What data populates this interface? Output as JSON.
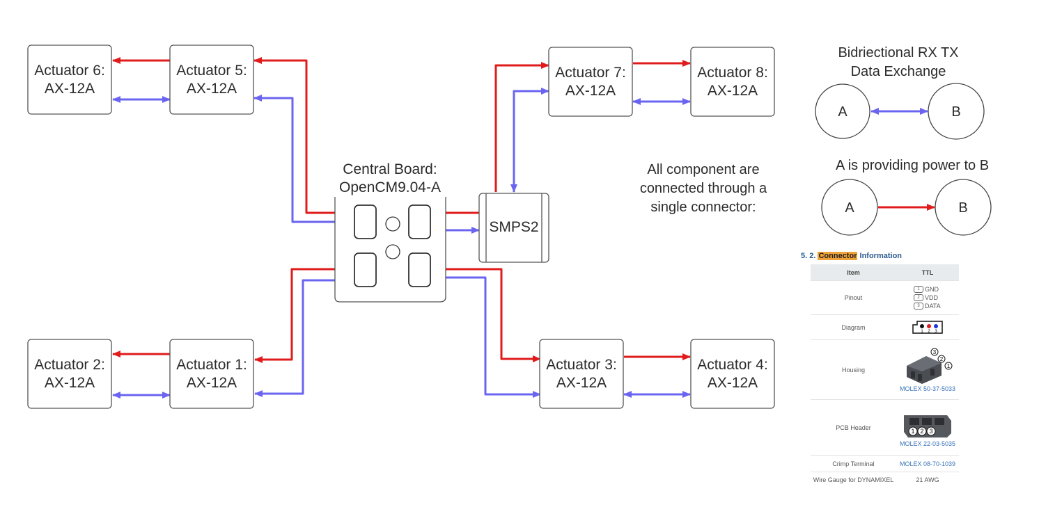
{
  "actuators": [
    {
      "id": "actuator-6",
      "title": "Actuator 6:",
      "model": "AX-12A"
    },
    {
      "id": "actuator-5",
      "title": "Actuator 5:",
      "model": "AX-12A"
    },
    {
      "id": "actuator-7",
      "title": "Actuator 7:",
      "model": "AX-12A"
    },
    {
      "id": "actuator-8",
      "title": "Actuator 8:",
      "model": "AX-12A"
    },
    {
      "id": "actuator-2",
      "title": "Actuator 2:",
      "model": "AX-12A"
    },
    {
      "id": "actuator-1",
      "title": "Actuator 1:",
      "model": "AX-12A"
    },
    {
      "id": "actuator-3",
      "title": "Actuator 3:",
      "model": "AX-12A"
    },
    {
      "id": "actuator-4",
      "title": "Actuator 4:",
      "model": "AX-12A"
    }
  ],
  "central_board": {
    "line1": "Central Board:",
    "line2": "OpenCM9.04-A"
  },
  "power_supply": {
    "label": "SMPS2"
  },
  "note": {
    "line1": "All component are",
    "line2": "connected through a",
    "line3": "single connector:"
  },
  "legend": {
    "data_title_line1": "Bidriectional RX TX",
    "data_title_line2": "Data Exchange",
    "power_title": "A is providing power to B",
    "node_a": "A",
    "node_b": "B"
  },
  "colors": {
    "power": "#e01b1b",
    "data": "#6a64f0",
    "box_border": "#555555"
  },
  "connector_info": {
    "title_prefix": "5. 2. ",
    "title_highlight": "Connector",
    "title_suffix": " Information",
    "col_item": "Item",
    "col_ttl": "TTL",
    "rows": {
      "pinout": {
        "label": "Pinout",
        "pins": [
          {
            "n": "1",
            "name": "GND"
          },
          {
            "n": "2",
            "name": "VDD"
          },
          {
            "n": "3",
            "name": "DATA"
          }
        ]
      },
      "diagram": {
        "label": "Diagram",
        "pins": [
          "1",
          "2",
          "3"
        ]
      },
      "housing": {
        "label": "Housing",
        "link": "MOLEX 50-37-5033",
        "pins": [
          "3",
          "2",
          "1"
        ]
      },
      "pcb_header": {
        "label": "PCB Header",
        "link": "MOLEX 22-03-5035",
        "pins": [
          "1",
          "2",
          "3"
        ]
      },
      "crimp_terminal": {
        "label": "Crimp Terminal",
        "link": "MOLEX 08-70-1039"
      },
      "wire_gauge": {
        "label": "Wire Gauge for DYNAMIXEL",
        "value": "21 AWG"
      }
    }
  }
}
